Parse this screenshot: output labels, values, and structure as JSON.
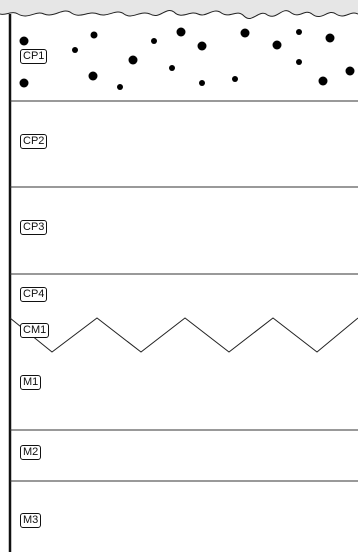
{
  "labels": {
    "cp1": "CP1",
    "cp2": "CP2",
    "cp3": "CP3",
    "cp4": "CP4",
    "cm1": "CM1",
    "m1": "M1",
    "m2": "M2",
    "m3": "M3"
  },
  "colors": {
    "header_background": "#e6e6e6",
    "line": "#222222",
    "dots": "#000000",
    "background": "#ffffff"
  }
}
